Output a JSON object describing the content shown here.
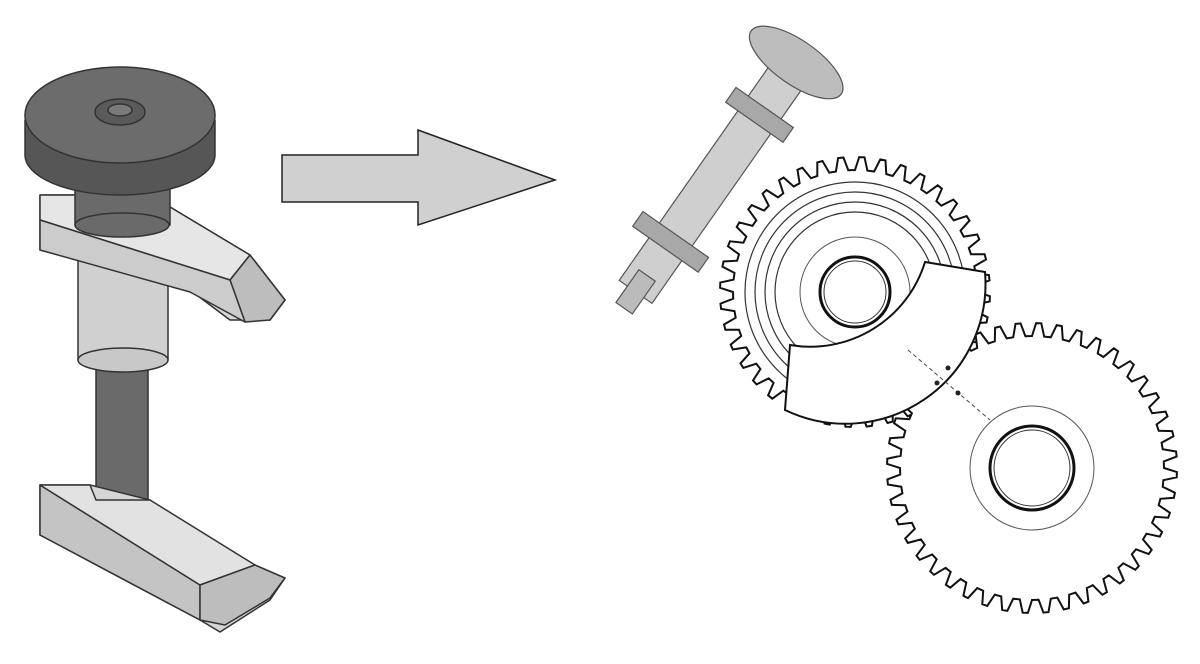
{
  "colors": {
    "background": "#ffffff",
    "outline": "#333333",
    "light_metal": "#d4d4d4",
    "mid_metal": "#b8b8b8",
    "dark_knob": "#5c5c5c",
    "rod": "#6a6a6a",
    "arrow_fill": "#d0d0d0"
  },
  "gears": [
    {
      "name": "upper-gear",
      "teeth": 40
    },
    {
      "name": "lower-gear",
      "teeth": 44
    }
  ]
}
